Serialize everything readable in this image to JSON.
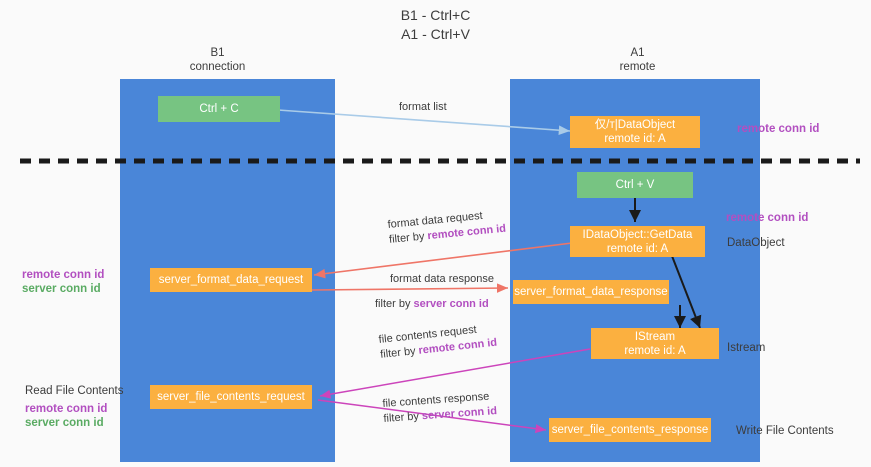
{
  "title": "B1 - Ctrl+C\nA1 - Ctrl+V",
  "lanes": [
    {
      "id": "b1",
      "header": "B1\nconnection"
    },
    {
      "id": "a1",
      "header": "A1\nremote"
    }
  ],
  "nodes": [
    {
      "id": "ctrl-c",
      "line1": "Ctrl + C",
      "line2": "",
      "color": "green"
    },
    {
      "id": "idataobject-top",
      "line1": "仅/т|DataObject",
      "line2": "remote id: A",
      "color": "orange"
    },
    {
      "id": "ctrl-v",
      "line1": "Ctrl + V",
      "line2": "",
      "color": "green"
    },
    {
      "id": "idataobject-getdata",
      "line1": "IDataObject::GetData",
      "line2": "remote id: A",
      "color": "orange"
    },
    {
      "id": "server-format-data-request",
      "line1": "server_format_data_request",
      "line2": "",
      "color": "orange"
    },
    {
      "id": "server-format-data-response",
      "line1": "server_format_data_response",
      "line2": "",
      "color": "orange"
    },
    {
      "id": "istream",
      "line1": "IStream",
      "line2": "remote id: A",
      "color": "orange"
    },
    {
      "id": "server-file-contents-request",
      "line1": "server_file_contents_request",
      "line2": "",
      "color": "orange"
    },
    {
      "id": "server-file-contents-response",
      "line1": "server_file_contents_response",
      "line2": "",
      "color": "orange"
    }
  ],
  "edge_labels": {
    "format_list": "format list",
    "format_data_request": "format data request",
    "format_data_request_filter_prefix": "filter by ",
    "format_data_request_filter_key": "remote conn id",
    "format_data_response": "format data response",
    "format_data_response_filter_prefix": "filter by ",
    "format_data_response_filter_key": "server conn id",
    "file_contents_request": "file contents request",
    "file_contents_request_filter_prefix": "filter by ",
    "file_contents_request_filter_key": "remote conn id",
    "file_contents_response": "file contents response",
    "file_contents_response_filter_prefix": "filter by ",
    "file_contents_response_filter_key": "server conn id"
  },
  "annotations": {
    "right_remote_conn_id_top": "remote conn id",
    "right_remote_conn_id_mid": "remote conn id",
    "right_dataobject": "DataObject",
    "right_istream": "Istream",
    "right_write_file_contents": "Write File Contents",
    "left_remote_conn_id": "remote conn id",
    "left_server_conn_id": "server conn id",
    "left_read_file_contents": "Read File Contents",
    "left_remote_conn_id_2": "remote conn id",
    "left_server_conn_id_2": "server conn id"
  },
  "colors": {
    "lane": "#4a86d8",
    "orange": "#fbb040",
    "green": "#77c482",
    "purple": "#b24fc0",
    "green_text": "#5aab63",
    "arrow_blue": "#a9cbe8",
    "arrow_red": "#ef7567",
    "arrow_magenta": "#cc44bb",
    "arrow_black": "#1a1a1a",
    "background": "#fafafa"
  }
}
